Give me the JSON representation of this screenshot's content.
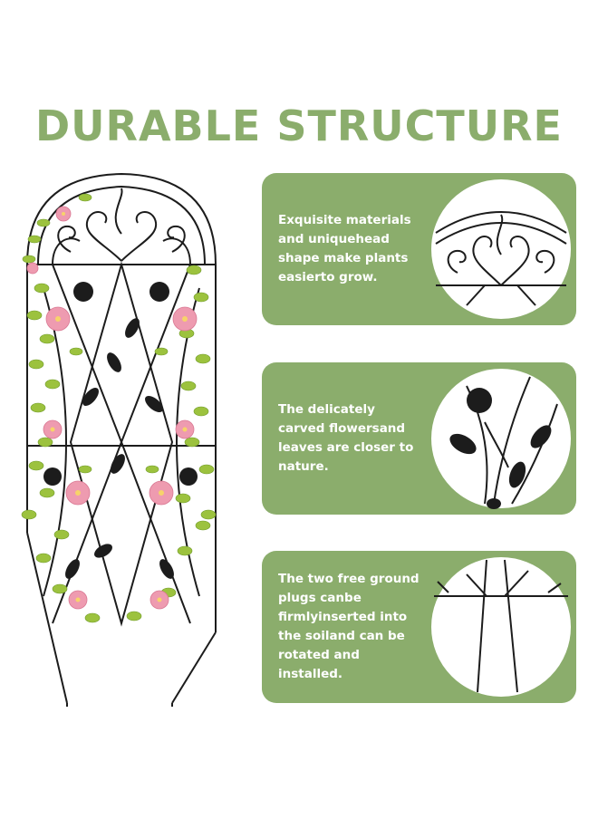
{
  "title": "DURABLE STRUCTURE",
  "colors": {
    "accent_green": "#8bad6c",
    "leaf_green": "#9cc23e",
    "flower_pink": "#ee9bb0",
    "metal": "#1c1c1c"
  },
  "panels": [
    {
      "text": "Exquisite materials and uniquehead shape make plants easierto grow.",
      "detail_icon": "scroll-heart-detail-icon"
    },
    {
      "text": "The delicately carved flowersand leaves are closer to nature.",
      "detail_icon": "flower-leaves-detail-icon"
    },
    {
      "text": "The two free ground plugs canbe firmlyinserted into the soiland can be rotated and installed.",
      "detail_icon": "ground-plugs-detail-icon"
    }
  ]
}
